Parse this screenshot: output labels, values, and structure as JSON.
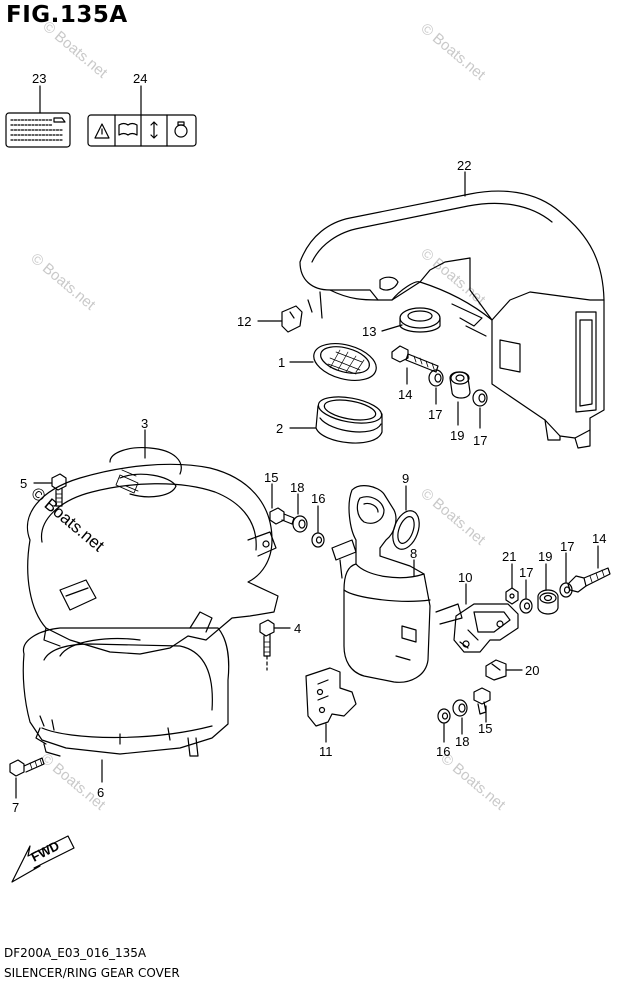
{
  "figure": {
    "title": "FIG.135A",
    "code": "DF200A_E03_016_135A",
    "caption": "SILENCER/RING GEAR COVER"
  },
  "watermark": "© Boats.net",
  "fwd_label": "FWD",
  "callouts": {
    "c1": "1",
    "c2": "2",
    "c3": "3",
    "c4": "4",
    "c5": "5",
    "c6": "6",
    "c7": "7",
    "c8": "8",
    "c9": "9",
    "c10": "10",
    "c11": "11",
    "c12": "12",
    "c13": "13",
    "c14a": "14",
    "c14b": "14",
    "c15a": "15",
    "c15b": "15",
    "c16a": "16",
    "c16b": "16",
    "c17a": "17",
    "c17b": "17",
    "c17c": "17",
    "c17d": "17",
    "c18a": "18",
    "c18b": "18",
    "c19a": "19",
    "c19b": "19",
    "c20": "20",
    "c21": "21",
    "c22": "22",
    "c23": "23",
    "c24": "24"
  }
}
